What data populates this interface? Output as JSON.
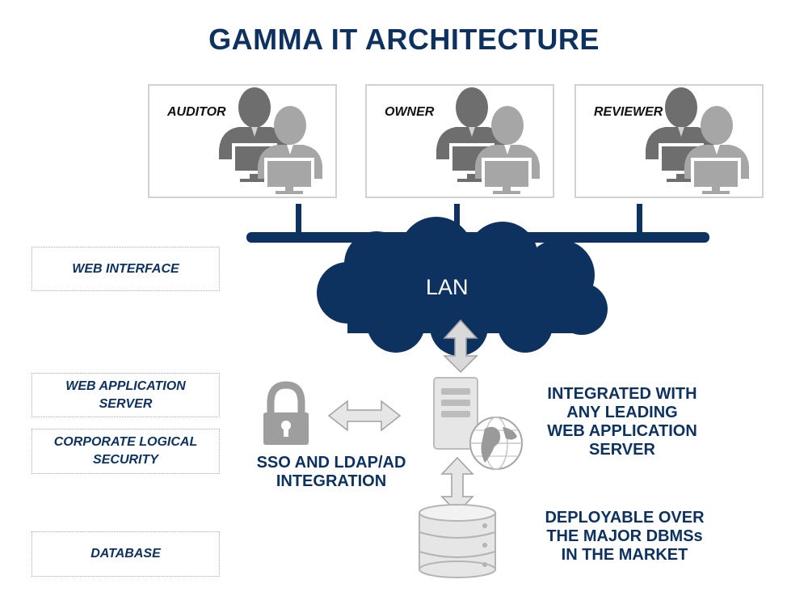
{
  "title": "GAMMA IT ARCHITECTURE",
  "users": [
    {
      "role": "AUDITOR",
      "icon": "users-computer-icon"
    },
    {
      "role": "OWNER",
      "icon": "users-computer-icon"
    },
    {
      "role": "REVIEWER",
      "icon": "users-computer-icon"
    }
  ],
  "network": {
    "label": "LAN"
  },
  "layers": {
    "web_interface": "WEB INTERFACE",
    "web_app_server_line1": "WEB APPLICATION",
    "web_app_server_line2": "SERVER",
    "security_line1": "CORPORATE LOGICAL",
    "security_line2": "SECURITY",
    "database": "DATABASE"
  },
  "captions": {
    "sso_line1": "SSO AND LDAP/AD",
    "sso_line2": "INTEGRATION",
    "server_line1": "INTEGRATED WITH",
    "server_line2": "ANY LEADING",
    "server_line3": "WEB APPLICATION",
    "server_line4": "SERVER",
    "db_line1": "DEPLOYABLE OVER",
    "db_line2": "THE MAJOR DBMSs",
    "db_line3": "IN THE MARKET"
  },
  "icons": [
    "users-computer-icon",
    "cloud-icon",
    "lock-icon",
    "server-icon",
    "globe-icon",
    "database-icon",
    "double-arrow-icon"
  ],
  "colors": {
    "navy": "#0e3260",
    "gray_dark": "#6e6e6e",
    "gray_light": "#a6a6a6",
    "icon_light": "#d9d9d9"
  }
}
